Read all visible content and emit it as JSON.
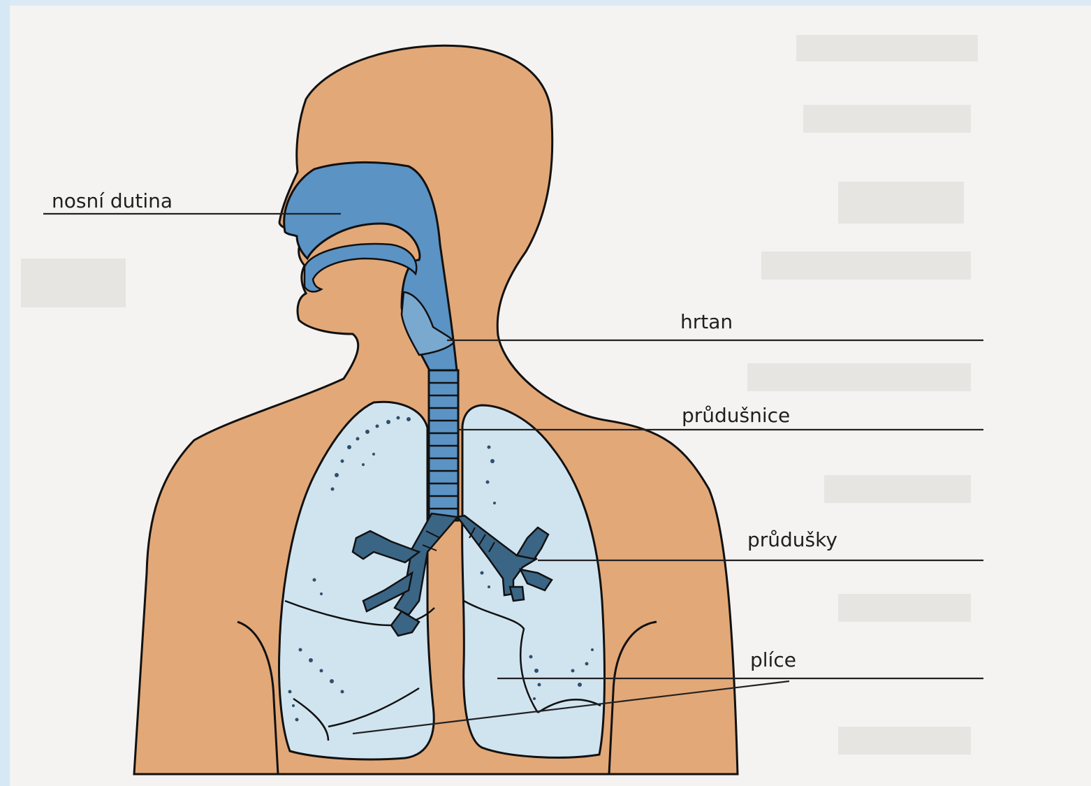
{
  "labels": {
    "nasal_cavity": "nosní dutina",
    "larynx": "hrtan",
    "trachea": "průdušnice",
    "bronchi": "průdušky",
    "lungs": "plíce"
  },
  "colors": {
    "skin": "#e3a878",
    "airway": "#5b93c4",
    "lung": "#d0e4f0",
    "bronchi": "#3b6585",
    "outline": "#111111",
    "page": "#f4f3f1",
    "frame": "#d6e8f6"
  }
}
